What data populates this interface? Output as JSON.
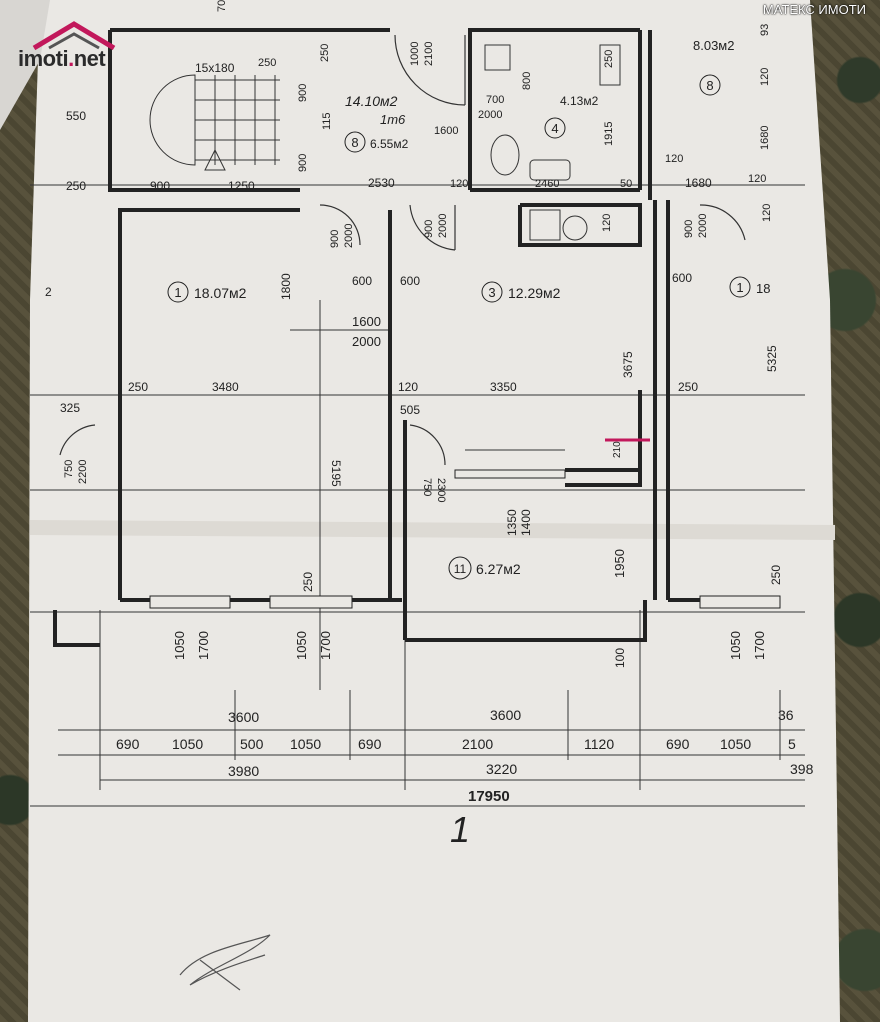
{
  "watermark": "МАТЕКС ИМОТИ",
  "logo": {
    "prefix": "imoti",
    "suffix": "net"
  },
  "rooms": [
    {
      "number": "1",
      "area": "18.07м2"
    },
    {
      "number": "3",
      "area": "12.29м2"
    },
    {
      "number": "11",
      "area": "6.27м2"
    },
    {
      "number": "8",
      "area": "6.55м2"
    },
    {
      "number": "4",
      "area": "4.13м2"
    },
    {
      "number": "8",
      "area": "8.03м2"
    },
    {
      "number": "1",
      "area": "18"
    }
  ],
  "stair_label": "15x180",
  "handwritten": {
    "ink_a": "14.10м2",
    "ink_b": "1m6",
    "sheet_number": "1"
  },
  "dims": {
    "top": [
      "70",
      "250",
      "1000",
      "2100",
      "250",
      "93",
      "800",
      "120",
      "550",
      "900",
      "250",
      "115",
      "700",
      "2000",
      "1600",
      "1915",
      "1680",
      "900",
      "120",
      "250",
      "900",
      "1250",
      "2530",
      "120",
      "2460",
      "50",
      "1680",
      "120",
      "120",
      "900",
      "2000",
      "900",
      "2000",
      "120",
      "900",
      "2000",
      "600",
      "600",
      "600",
      "1800",
      "1600",
      "2000"
    ],
    "middle": [
      "2",
      "250",
      "3480",
      "120",
      "3350",
      "3675",
      "250",
      "5325",
      "325",
      "505",
      "5195",
      "750",
      "2200",
      "750",
      "2300",
      "1350",
      "1400",
      "1950",
      "250",
      "250",
      "210"
    ],
    "bottom_vertical": [
      "1050",
      "1700",
      "1050",
      "1700",
      "100",
      "1050",
      "1700"
    ],
    "row1": [
      "3600",
      "3600",
      "36"
    ],
    "row2": [
      "690",
      "1050",
      "500",
      "1050",
      "690",
      "2100",
      "1120",
      "690",
      "1050",
      "5"
    ],
    "row3": [
      "3980",
      "3220",
      "398"
    ],
    "total": "17950"
  }
}
